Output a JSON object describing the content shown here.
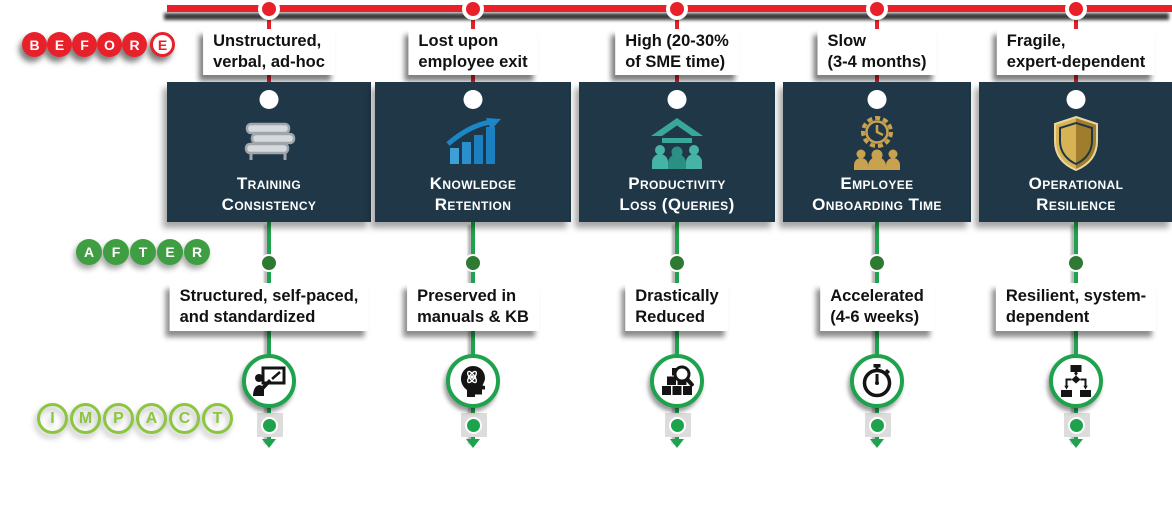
{
  "badges": {
    "before": "BEFORE",
    "after": "AFTER",
    "impact": "IMPACT"
  },
  "colors": {
    "before_red": "#E8202A",
    "panel_dark": "#1F3746",
    "after_green": "#1FA24D",
    "after_badge_green": "#3F9E41",
    "after_dot_dark_green": "#2E7A33",
    "impact_light_green": "#8CC63F",
    "chart_blue": "#1B87C9",
    "team_teal": "#3AA79B",
    "gold": "#C8A24E"
  },
  "columns": [
    {
      "before": "Unstructured,\nverbal, ad-hoc",
      "title": "Training\nConsistency",
      "after": "Structured, self-paced,\nand standardized",
      "metric_icon": "books-stack-icon",
      "impact_icon": "trainer-presentation-icon"
    },
    {
      "before": "Lost upon\nemployee exit",
      "title": "Knowledge\nRetention",
      "after": "Preserved in\nmanuals & KB",
      "metric_icon": "growth-chart-icon",
      "impact_icon": "knowledge-head-icon"
    },
    {
      "before": "High (20-30%\nof SME time)",
      "title": "Productivity\nLoss (Queries)",
      "after": "Drastically\nReduced",
      "metric_icon": "team-under-roof-icon",
      "impact_icon": "search-boxes-icon"
    },
    {
      "before": "Slow\n(3-4 months)",
      "title": "Employee\nOnboarding Time",
      "after": "Accelerated\n(4-6 weeks)",
      "metric_icon": "onboarding-clock-icon",
      "impact_icon": "stopwatch-icon"
    },
    {
      "before": "Fragile,\nexpert-dependent",
      "title": "Operational\nResilience",
      "after": "Resilient, system-\ndependent",
      "metric_icon": "shield-icon",
      "impact_icon": "flowchart-icon"
    }
  ]
}
